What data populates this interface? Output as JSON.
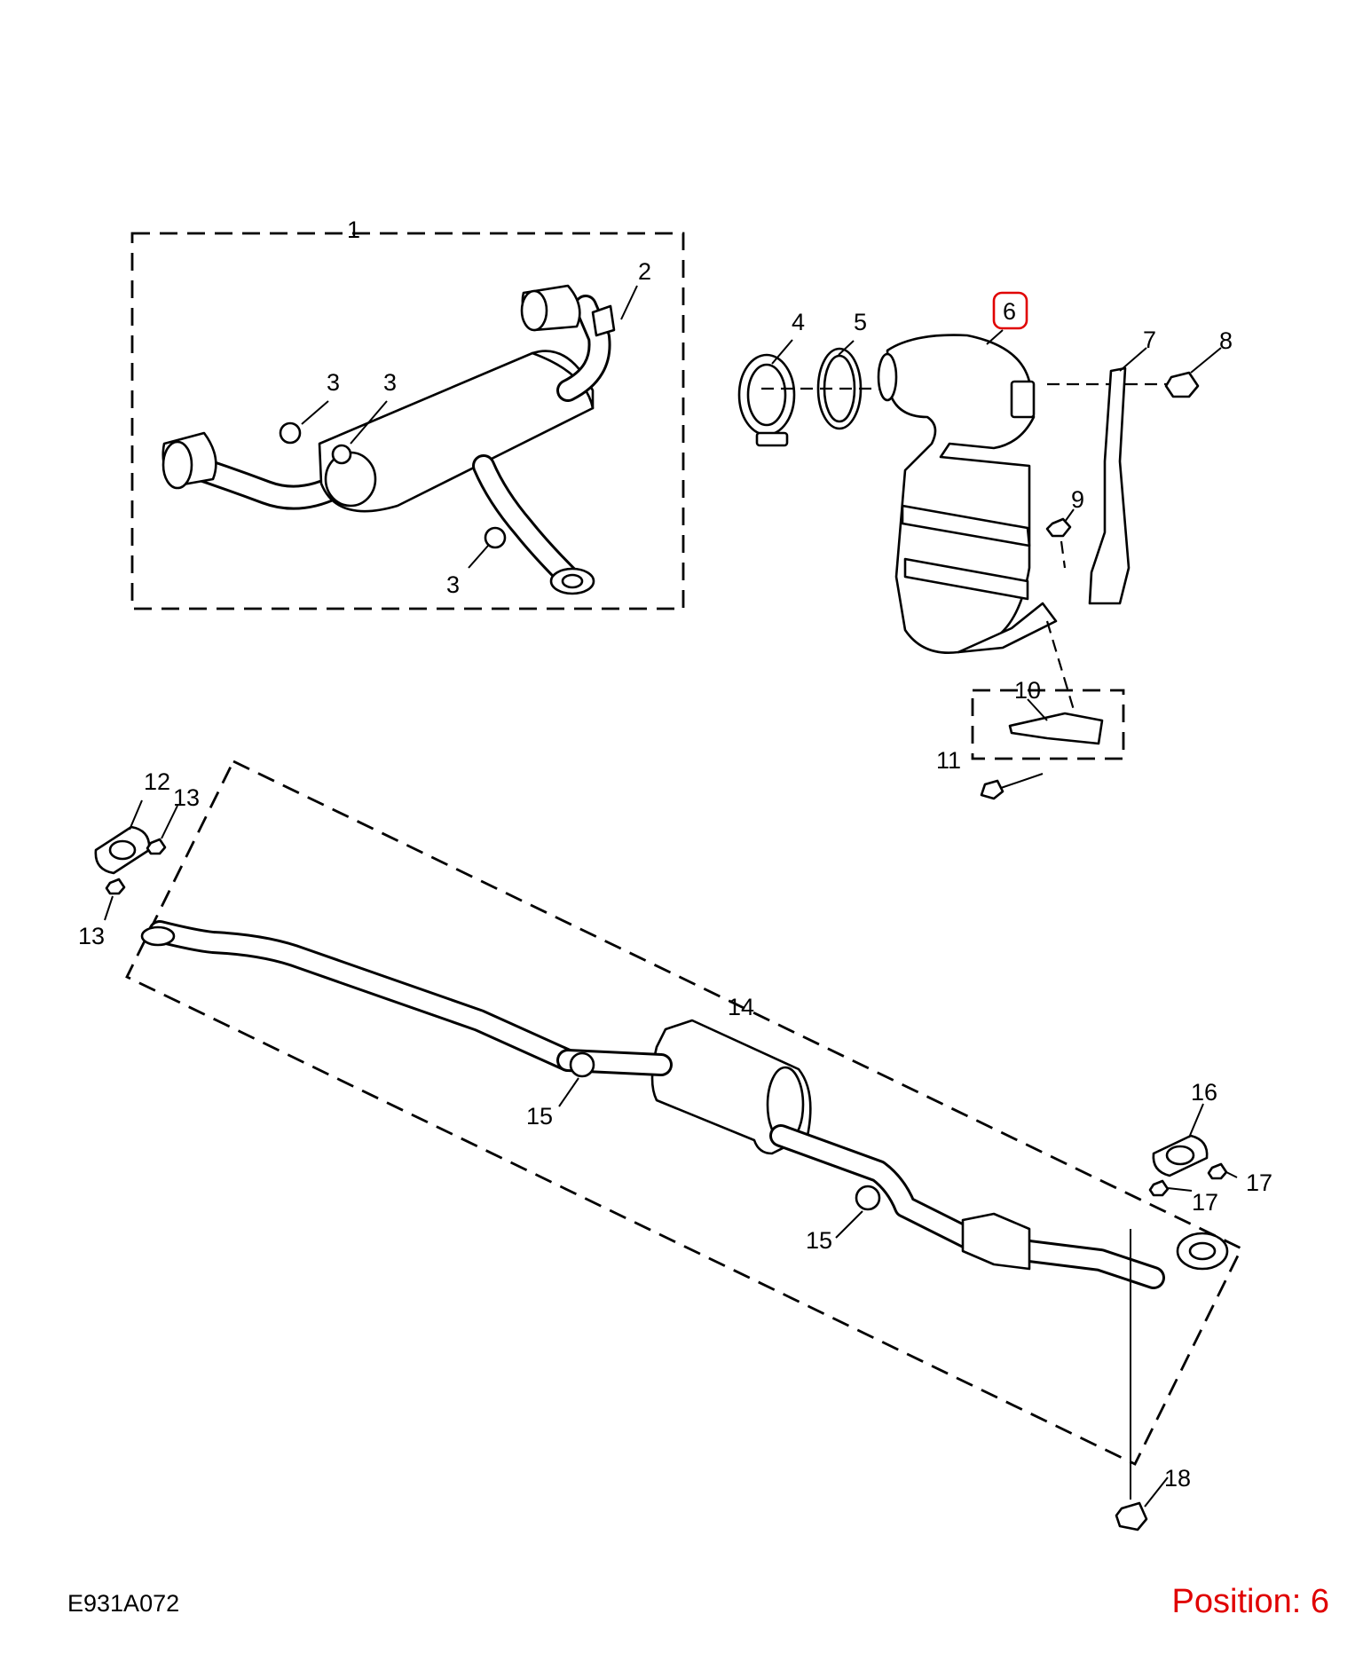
{
  "diagram": {
    "code": "E931A072",
    "position_label": "Position: 6",
    "highlight_color": "#e00000",
    "highlighted_callout": "6",
    "callouts": [
      {
        "id": "1",
        "label": "1"
      },
      {
        "id": "2",
        "label": "2"
      },
      {
        "id": "3a",
        "label": "3"
      },
      {
        "id": "3b",
        "label": "3"
      },
      {
        "id": "3c",
        "label": "3"
      },
      {
        "id": "4",
        "label": "4"
      },
      {
        "id": "5",
        "label": "5"
      },
      {
        "id": "6",
        "label": "6"
      },
      {
        "id": "7",
        "label": "7"
      },
      {
        "id": "8",
        "label": "8"
      },
      {
        "id": "9",
        "label": "9"
      },
      {
        "id": "10",
        "label": "10"
      },
      {
        "id": "11",
        "label": "11"
      },
      {
        "id": "12",
        "label": "12"
      },
      {
        "id": "13a",
        "label": "13"
      },
      {
        "id": "13b",
        "label": "13"
      },
      {
        "id": "14",
        "label": "14"
      },
      {
        "id": "15a",
        "label": "15"
      },
      {
        "id": "15b",
        "label": "15"
      },
      {
        "id": "16",
        "label": "16"
      },
      {
        "id": "17a",
        "label": "17"
      },
      {
        "id": "17b",
        "label": "17"
      },
      {
        "id": "18",
        "label": "18"
      }
    ]
  }
}
